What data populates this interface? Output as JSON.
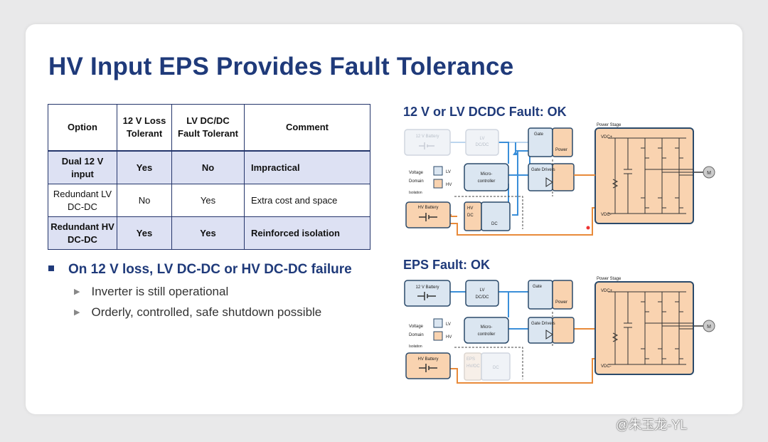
{
  "title": "HV Input EPS Provides Fault Tolerance",
  "table": {
    "headers": [
      "Option",
      "12 V Loss Tolerant",
      "LV DC/DC Fault Tolerant",
      "Comment"
    ],
    "rows": [
      [
        "Dual 12 V input",
        "Yes",
        "No",
        "Impractical"
      ],
      [
        "Redundant LV DC-DC",
        "No",
        "Yes",
        "Extra cost and space"
      ],
      [
        "Redundant HV DC-DC",
        "Yes",
        "Yes",
        "Reinforced isolation"
      ]
    ]
  },
  "bullet": "On 12 V loss, LV DC-DC or HV DC-DC failure",
  "sub_bullets": [
    "Inverter is still operational",
    "Orderly, controlled, safe shutdown possible"
  ],
  "diagram1": {
    "title": "12 V or LV DCDC Fault: OK",
    "labels": {
      "battery12": "12 V Battery",
      "lvdcdc_a": "LV",
      "lvdcdc_b": "DC/DC",
      "gate": "Gate",
      "power": "Power",
      "power_stage": "Power Stage",
      "voltage": "Voltage",
      "domain": "Domain",
      "lv": "LV",
      "hv": "HV",
      "micro_a": "Micro-",
      "micro_b": "controller",
      "gate_drivers": "Gate Drivers",
      "isolation": "Isolation",
      "hv_battery": "HV Battery",
      "hvdc_a": "HV",
      "hvdc_b": "DC",
      "dc": "DC",
      "vdc_plus": "VDC+",
      "vdc_minus": "VDC-",
      "motor": "M"
    }
  },
  "diagram2": {
    "title": "EPS Fault: OK",
    "labels": {
      "battery12": "12 V Battery",
      "lvdcdc_a": "LV",
      "lvdcdc_b": "DC/DC",
      "gate": "Gate",
      "power": "Power",
      "power_stage": "Power Stage",
      "voltage": "Voltage",
      "domain": "Domain",
      "lv": "LV",
      "hv": "HV",
      "micro_a": "Micro-",
      "micro_b": "controller",
      "gate_drivers": "Gate Drivers",
      "isolation": "Isolation",
      "hv_battery": "HV Battery",
      "hvdc_a": "EPS",
      "hvdc_b": "HV/DC",
      "dc": "DC",
      "vdc_plus": "VDC+",
      "vdc_minus": "VDC-",
      "motor": "M"
    }
  },
  "watermark": "@朱玉龙-YL",
  "colors": {
    "title": "#1f3a7a",
    "lv_fill": "#dbe6f1",
    "hv_fill": "#f9d3b0",
    "lv_wire": "#3b8fd9",
    "hv_wire": "#e88a3a"
  }
}
